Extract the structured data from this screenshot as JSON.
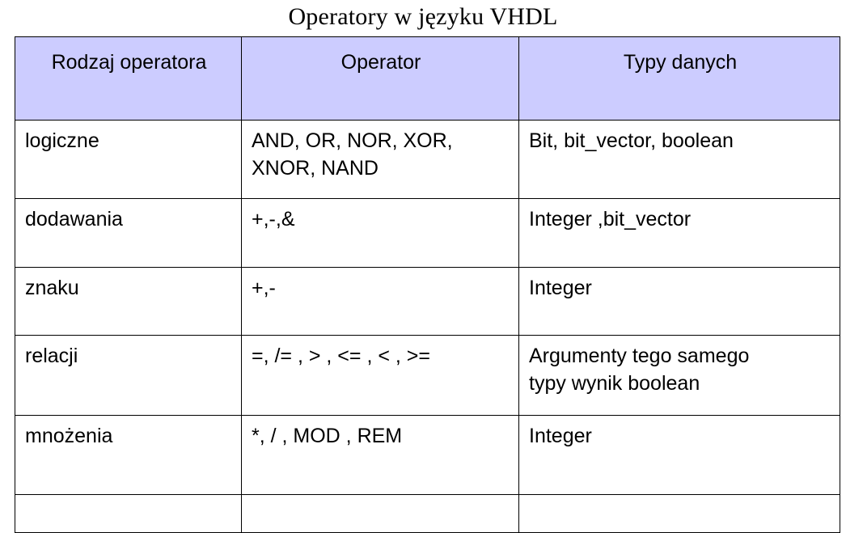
{
  "slide": {
    "title": "Operatory w języku VHDL",
    "background_color": "#ffffff",
    "text_color": "#000000"
  },
  "table": {
    "header_fill_color": "#ccccff",
    "border_color": "#000000",
    "columns": [
      "Rodzaj operatora",
      "Operator",
      "Typy danych"
    ],
    "rows": [
      {
        "kind": "logiczne",
        "operator_line1": "AND, OR, NOR, XOR,",
        "operator_line2": "XNOR, NAND",
        "types_line1": "Bit, bit_vector, boolean",
        "types_line2": ""
      },
      {
        "kind": "dodawania",
        "operator_line1": "+,-,&",
        "operator_line2": "",
        "types_line1": "Integer ,bit_vector",
        "types_line2": ""
      },
      {
        "kind": "znaku",
        "operator_line1": "+,-",
        "operator_line2": "",
        "types_line1": "Integer",
        "types_line2": ""
      },
      {
        "kind": "relacji",
        "operator_line1": "=, /= , > , <= , < , >=",
        "operator_line2": "",
        "types_line1": "Argumenty tego samego",
        "types_line2": "typy wynik boolean"
      },
      {
        "kind": "mnożenia",
        "operator_line1": "*, / , MOD , REM",
        "operator_line2": "",
        "types_line1": "Integer",
        "types_line2": ""
      },
      {
        "kind": "",
        "operator_line1": "",
        "operator_line2": "",
        "types_line1": "",
        "types_line2": ""
      }
    ]
  }
}
